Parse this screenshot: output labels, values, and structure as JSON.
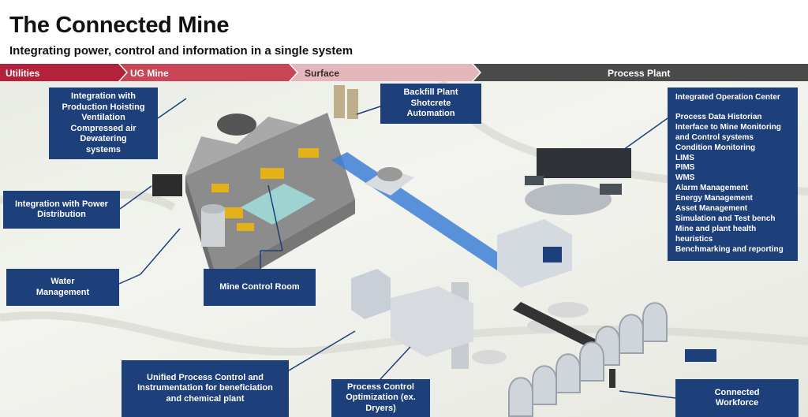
{
  "header": {
    "title": "The Connected Mine",
    "subtitle": "Integrating power, control and information in a single system"
  },
  "phases": [
    {
      "label": "Utilities",
      "color": "#b3213b"
    },
    {
      "label": "UG Mine",
      "color": "#c84655"
    },
    {
      "label": "Surface",
      "color": "#e3b7bb"
    },
    {
      "label": "Process Plant",
      "color": "#4a4a4a"
    }
  ],
  "callouts": {
    "production": [
      "Integration with",
      "Production Hoisting",
      "Ventilation",
      "Compressed air",
      "Dewatering",
      "systems"
    ],
    "power": [
      "Integration with Power",
      "Distribution"
    ],
    "water": [
      "Water",
      "Management"
    ],
    "control_room": "Mine Control Room",
    "backfill": [
      "Backfill Plant",
      "Shotcrete",
      "Automation"
    ],
    "ioc_title": "Integrated Operation Center",
    "ioc_items": [
      "Process Data Historian",
      "Interface to Mine Monitoring",
      "and Control systems",
      "Condition Monitoring",
      "LIMS",
      "PIMS",
      "WMS",
      "Alarm Management",
      "Energy Management",
      "Asset Management",
      "Simulation and Test bench",
      "Mine and plant health",
      "heuristics",
      "Benchmarking and reporting"
    ],
    "unified": [
      "Unified Process Control and",
      "Instrumentation for  beneficiation",
      "and chemical plant"
    ],
    "optimization": [
      "Process Control",
      "Optimization (ex.",
      "Dryers)"
    ],
    "workforce": [
      "Connected",
      "Workforce"
    ]
  },
  "colors": {
    "box": "#1d3f7a",
    "conveyor": "#3d7fd6"
  }
}
